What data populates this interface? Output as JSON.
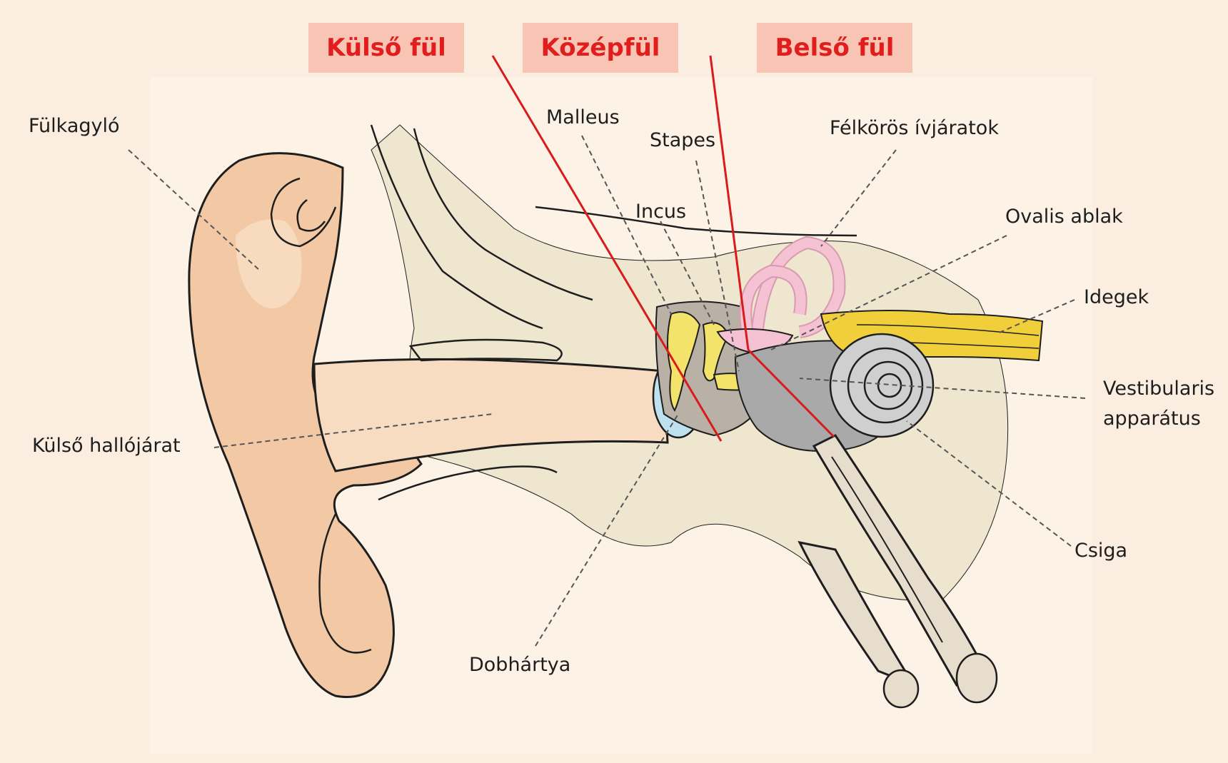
{
  "colors": {
    "background": "#fbeee0",
    "panel": "#fcf3e6",
    "skin": "#f3c9a5",
    "skin_light": "#f8dcc2",
    "bone": "#efe6cf",
    "region_band": "#f8c4b3",
    "region_text": "#e01e1e",
    "divider_line": "#d81b1b",
    "ossicle": "#f3e36a",
    "semicircular": "#f4c2d2",
    "nerve": "#f0cf3a",
    "eardrum": "#bfe1ef",
    "outline": "#1e1e1e"
  },
  "regions": {
    "outer": "Külső fül",
    "middle": "Középfül",
    "inner": "Belső fül"
  },
  "labels": {
    "pinna": "Fülkagyló",
    "ear_canal": "Külső hallójárat",
    "malleus": "Malleus",
    "stapes": "Stapes",
    "incus": "Incus",
    "semicircular_canals": "Félkörös ívjáratok",
    "oval_window": "Ovalis ablak",
    "nerves": "Idegek",
    "vestibular_line1": "Vestibularis",
    "vestibular_line2": "apparátus",
    "cochlea": "Csiga",
    "eardrum": "Dobhártya"
  },
  "icons": [
    "ear-anatomy-illustration"
  ]
}
